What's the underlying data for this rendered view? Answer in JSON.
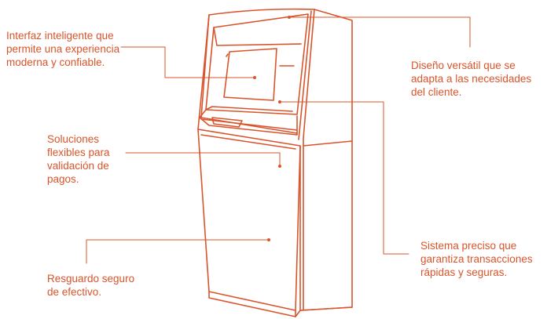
{
  "colors": {
    "accent": "#d9542b",
    "background": "#ffffff"
  },
  "callouts": [
    {
      "id": "interfaz",
      "lines": [
        "Interfaz inteligente que",
        "permite una experiencia",
        "moderna y confiable."
      ]
    },
    {
      "id": "diseno",
      "lines": [
        "Diseño versátil que se",
        "adapta a las necesidades",
        "del cliente."
      ]
    },
    {
      "id": "soluciones",
      "lines": [
        "Soluciones",
        "flexibles para",
        "validación de",
        "pagos."
      ]
    },
    {
      "id": "sistema",
      "lines": [
        "Sistema preciso que",
        "garantiza transacciones",
        "rápidas y seguras."
      ]
    },
    {
      "id": "resguardo",
      "lines": [
        "Resguardo seguro",
        "de efectivo."
      ]
    }
  ]
}
